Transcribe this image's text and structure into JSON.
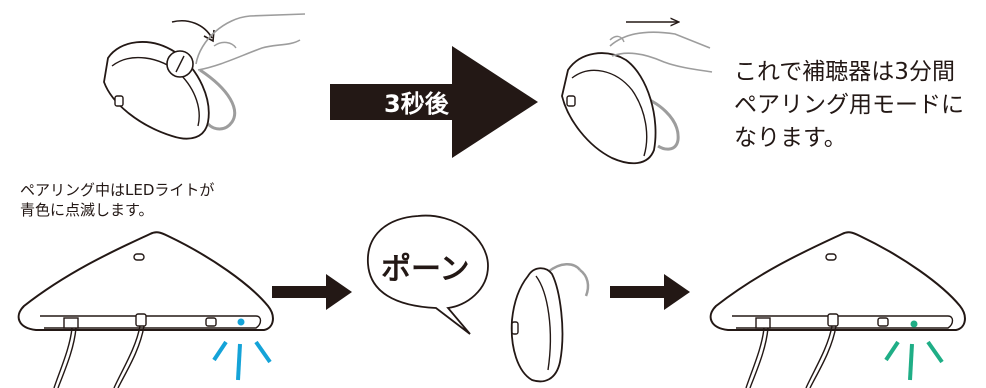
{
  "step_arrow": {
    "label": "3秒後"
  },
  "pairing_note": {
    "lines": [
      "これで補聴器は3分間",
      "ペアリング用モードに",
      "なります。"
    ]
  },
  "led_note": {
    "lines": [
      "ペアリング中はLEDライトが",
      "青色に点滅します。"
    ]
  },
  "sound_bubble": {
    "label": "ポーン"
  },
  "colors": {
    "ink": "#231815",
    "led_blue": "#14a3d8",
    "led_green": "#1fae86",
    "wire_gray": "#9d9d9d"
  }
}
